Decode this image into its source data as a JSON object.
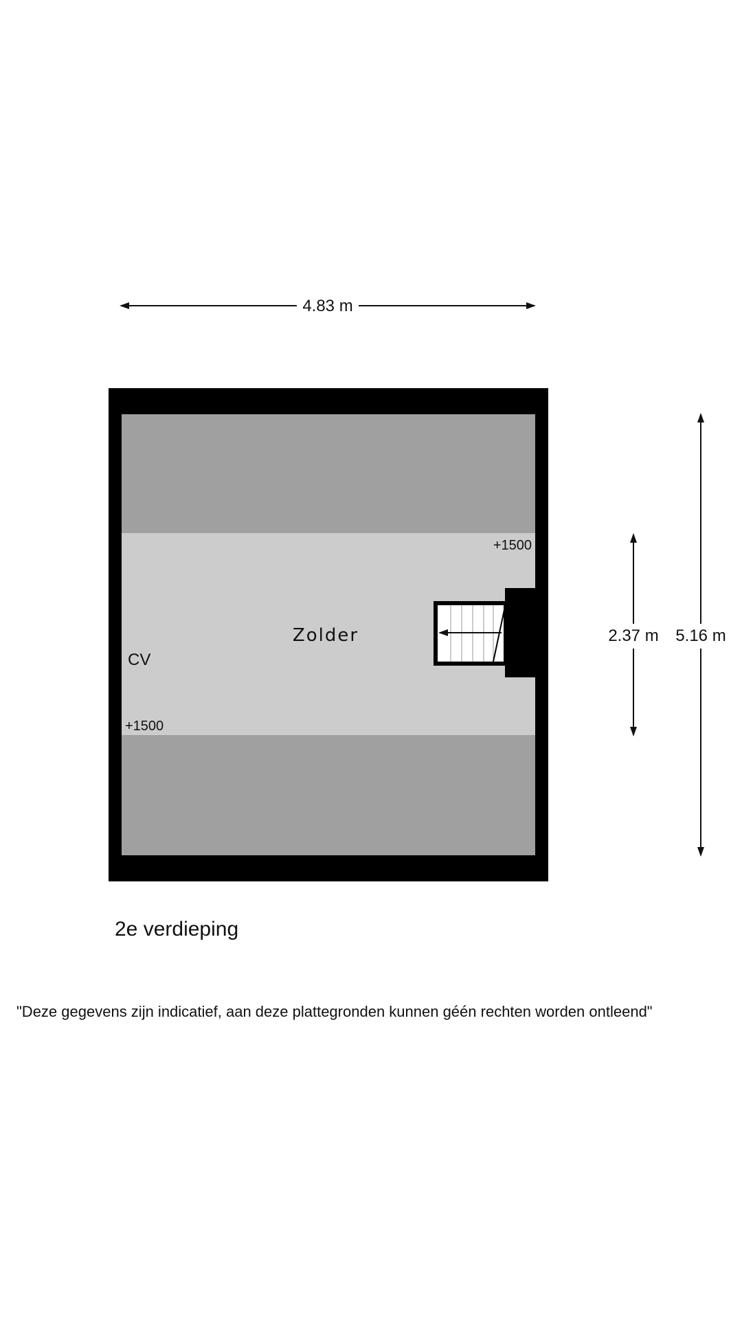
{
  "dimensions": {
    "width_label": "4.83 m",
    "depth_label": "5.16 m",
    "headroom_zone_label": "2.37 m"
  },
  "rooms": {
    "main_room": "Zolder",
    "cv": "CV"
  },
  "levels": {
    "upper_line": "+1500",
    "lower_line": "+1500"
  },
  "floor_title": "2e verdieping",
  "disclaimer": "\"Deze gegevens zijn indicatief, aan deze plattegronden kunnen géén rechten worden ontleend\"",
  "colors": {
    "wall": "#000000",
    "low_ceiling_zone": "#a0a0a0",
    "standing_zone": "#cccccc",
    "background": "#ffffff"
  }
}
